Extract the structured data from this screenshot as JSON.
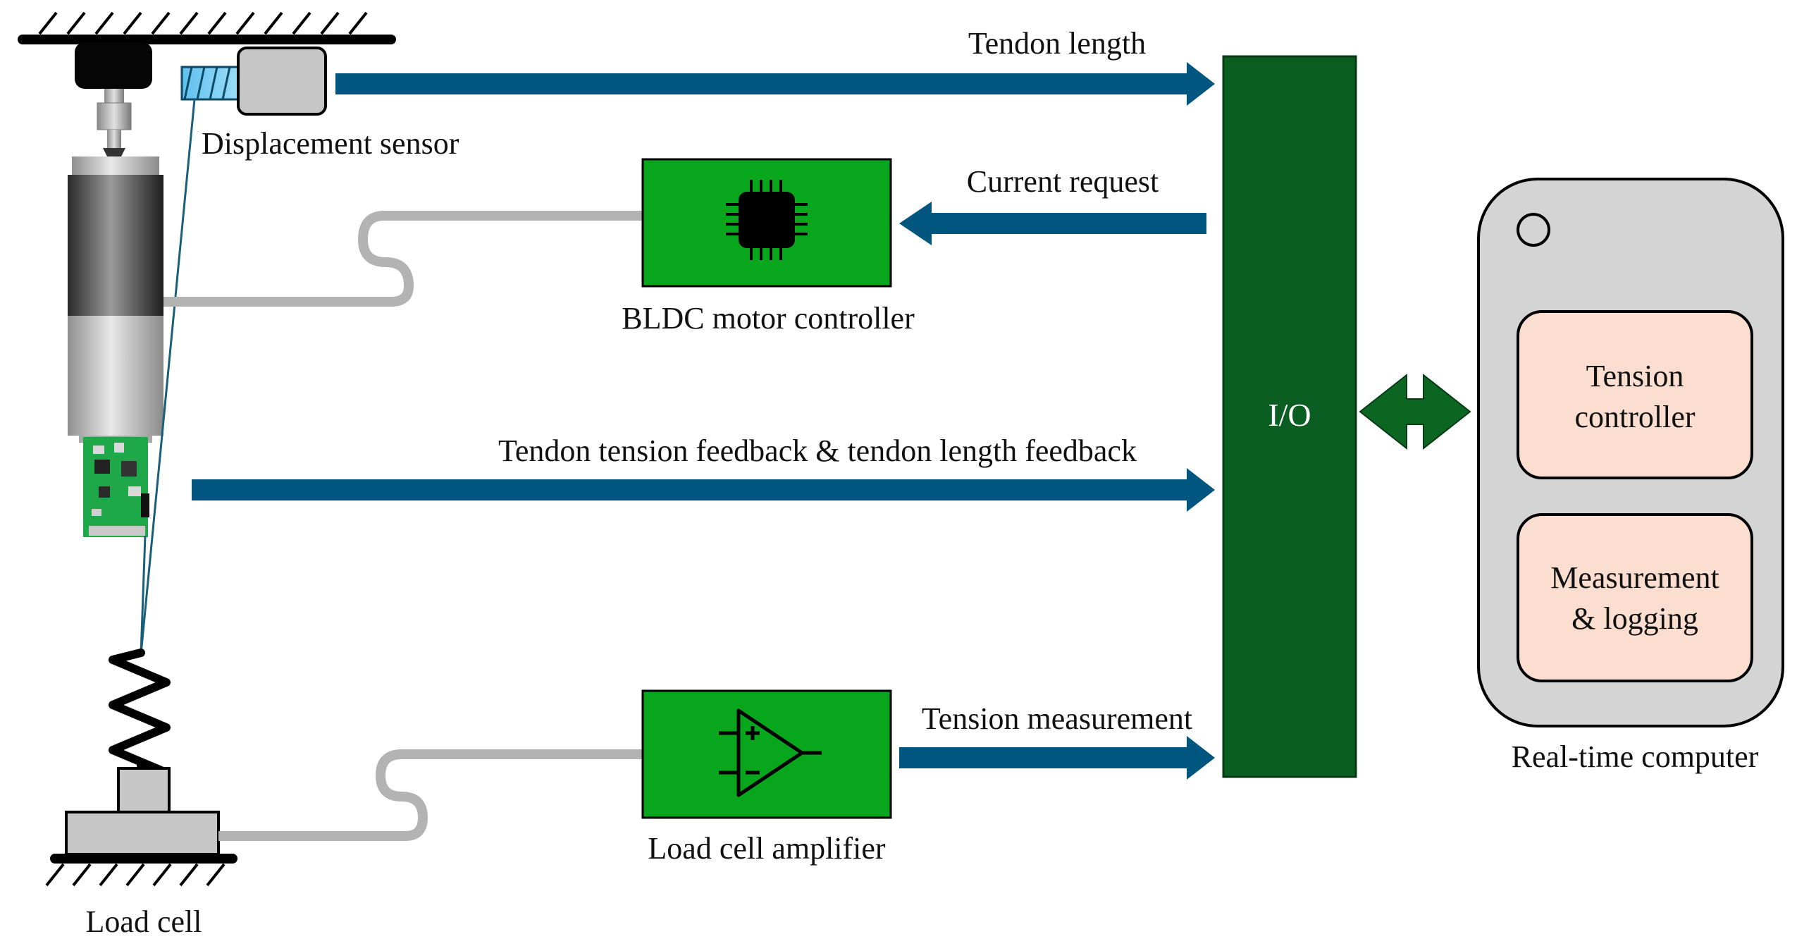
{
  "labels": {
    "displacement_sensor": "Displacement sensor",
    "load_cell": "Load cell",
    "bldc_controller": "BLDC motor controller",
    "load_cell_amplifier": "Load cell amplifier",
    "io": "I/O",
    "real_time_computer": "Real-time computer",
    "tension_controller_line1": "Tension",
    "tension_controller_line2": "controller",
    "measurement_line1": "Measurement",
    "measurement_line2": "& logging"
  },
  "signals": {
    "tendon_length": "Tendon length",
    "current_request": "Current request",
    "feedback": "Tendon tension feedback & tendon length feedback",
    "tension_measurement": "Tension measurement"
  },
  "colors": {
    "signal_arrow": "#00567f",
    "io_block": "#0b5e22",
    "board_green": "#07a61c",
    "computer_body": "#d4d4d4",
    "computer_module": "#fbded0",
    "bidirectional_arrow": "#0b6622",
    "cable": "#b3b3b3"
  }
}
